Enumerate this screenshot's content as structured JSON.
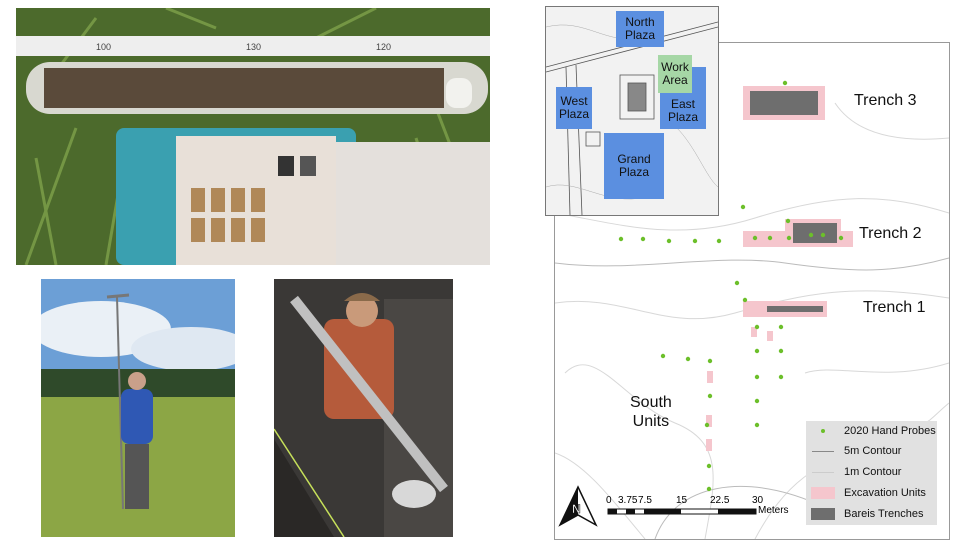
{
  "map": {
    "inset": {
      "plazas": [
        {
          "id": "north",
          "label": "North\nPlaza"
        },
        {
          "id": "west",
          "label": "West\nPlaza"
        },
        {
          "id": "east",
          "label": "East\nPlaza"
        },
        {
          "id": "grand",
          "label": "Grand\nPlaza"
        },
        {
          "id": "work",
          "label": "Work\nArea"
        }
      ]
    },
    "labels": {
      "trench3": "Trench 3",
      "trench2": "Trench 2",
      "trench1": "Trench 1",
      "south_units": "South\nUnits"
    },
    "legend": [
      {
        "id": "probes",
        "label": "2020 Hand Probes",
        "color": "#6cbf2a"
      },
      {
        "id": "contour5",
        "label": "5m Contour",
        "color": "#888888"
      },
      {
        "id": "contour1",
        "label": "1m Contour",
        "color": "#cccccc"
      },
      {
        "id": "excavation",
        "label": "Excavation Units",
        "color": "#f5c6cd"
      },
      {
        "id": "bareis",
        "label": "Bareis Trenches",
        "color": "#6e6e6e"
      }
    ],
    "scale": {
      "ticks": [
        "0",
        "3.75",
        "7.5",
        "15",
        "22.5",
        "30"
      ],
      "unit": "Meters"
    }
  },
  "colors": {
    "plaza_blue": "#5b8fe0",
    "work_green": "#a6d7a6",
    "probe_green": "#6cbf2a",
    "excavation_pink": "#f5c6cd",
    "trench_gray": "#6e6e6e"
  }
}
